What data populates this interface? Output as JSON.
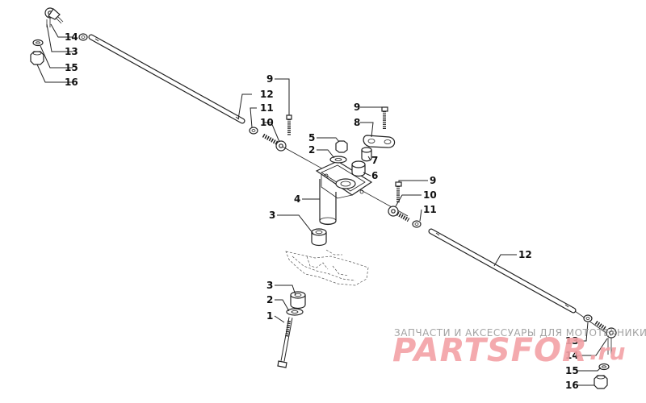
{
  "callouts": [
    {
      "id": "c14a",
      "text": "14"
    },
    {
      "id": "c13a",
      "text": "13"
    },
    {
      "id": "c15a",
      "text": "15"
    },
    {
      "id": "c16a",
      "text": "16"
    },
    {
      "id": "c9a",
      "text": "9"
    },
    {
      "id": "c12a",
      "text": "12"
    },
    {
      "id": "c11a",
      "text": "11"
    },
    {
      "id": "c10a",
      "text": "10"
    },
    {
      "id": "c9b",
      "text": "9"
    },
    {
      "id": "c8",
      "text": "8"
    },
    {
      "id": "c5",
      "text": "5"
    },
    {
      "id": "c2a",
      "text": "2"
    },
    {
      "id": "c7",
      "text": "7"
    },
    {
      "id": "c6",
      "text": "6"
    },
    {
      "id": "c9c",
      "text": "9"
    },
    {
      "id": "c4",
      "text": "4"
    },
    {
      "id": "c10b",
      "text": "10"
    },
    {
      "id": "c11b",
      "text": "11"
    },
    {
      "id": "c3a",
      "text": "3"
    },
    {
      "id": "c12b",
      "text": "12"
    },
    {
      "id": "c3b",
      "text": "3"
    },
    {
      "id": "c2b",
      "text": "2"
    },
    {
      "id": "c1",
      "text": "1"
    },
    {
      "id": "c13b",
      "text": "13"
    },
    {
      "id": "c14b",
      "text": "14"
    },
    {
      "id": "c15b",
      "text": "15"
    },
    {
      "id": "c16b",
      "text": "16"
    }
  ],
  "watermark": {
    "subtitle": "ЗАПЧАСТИ И АКСЕССУАРЫ ДЛЯ МОТОТЕХНИКИ",
    "brand": "PARTSFOR",
    "suffix": ".ru",
    "color": "#f3a1a6"
  }
}
